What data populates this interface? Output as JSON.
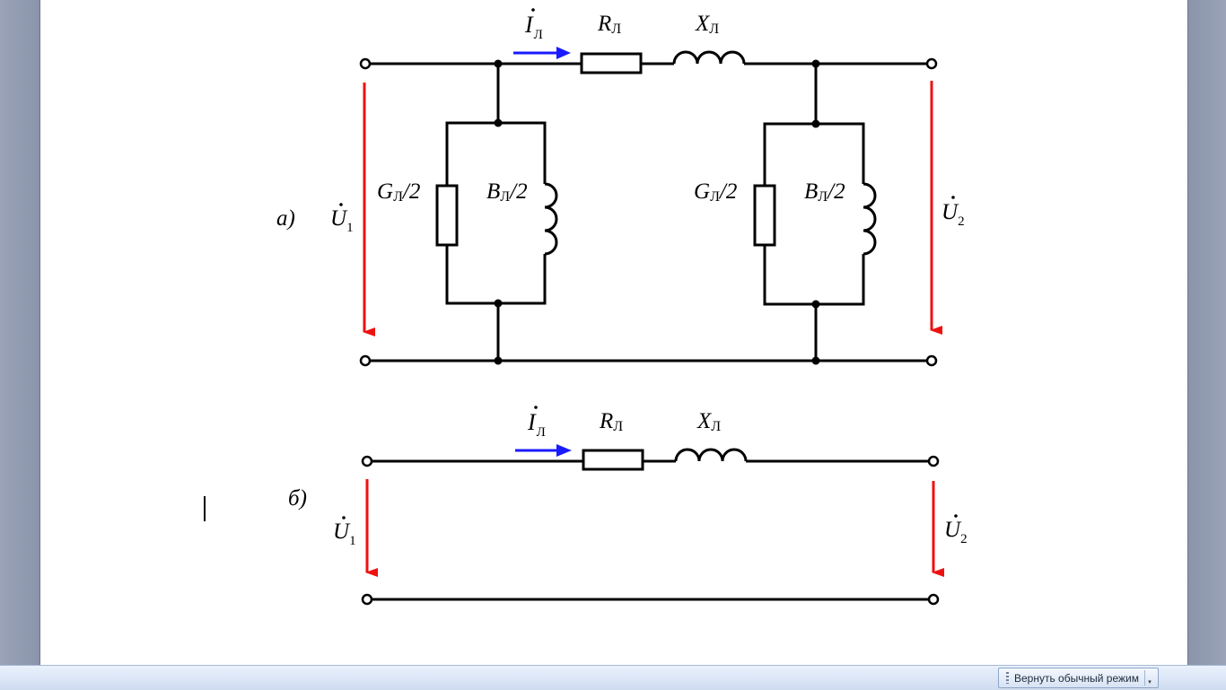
{
  "diagram_a": {
    "label": "а)",
    "current": {
      "symbol": "I",
      "sub": "Л"
    },
    "resistance": {
      "symbol": "R",
      "sub": "Л"
    },
    "reactance": {
      "symbol": "X",
      "sub": "Л"
    },
    "conductance_left": {
      "symbol": "G",
      "sub": "Л",
      "suffix": "/2"
    },
    "susceptance_left": {
      "symbol": "B",
      "sub": "Л",
      "suffix": "/2"
    },
    "conductance_right": {
      "symbol": "G",
      "sub": "Л",
      "suffix": "/2"
    },
    "susceptance_right": {
      "symbol": "B",
      "sub": "Л",
      "suffix": "/2"
    },
    "voltage_in": {
      "symbol": "U",
      "sub": "1"
    },
    "voltage_out": {
      "symbol": "U",
      "sub": "2"
    }
  },
  "diagram_b": {
    "label": "б)",
    "current": {
      "symbol": "I",
      "sub": "Л"
    },
    "resistance": {
      "symbol": "R",
      "sub": "Л"
    },
    "reactance": {
      "symbol": "X",
      "sub": "Л"
    },
    "voltage_in": {
      "symbol": "U",
      "sub": "1"
    },
    "voltage_out": {
      "symbol": "U",
      "sub": "2"
    }
  },
  "colors": {
    "arrow_voltage": "#ee1111",
    "arrow_current": "#1a1aff",
    "wire": "#000000"
  },
  "statusbar": {
    "restore_button_label": "Вернуть обычный режим"
  }
}
